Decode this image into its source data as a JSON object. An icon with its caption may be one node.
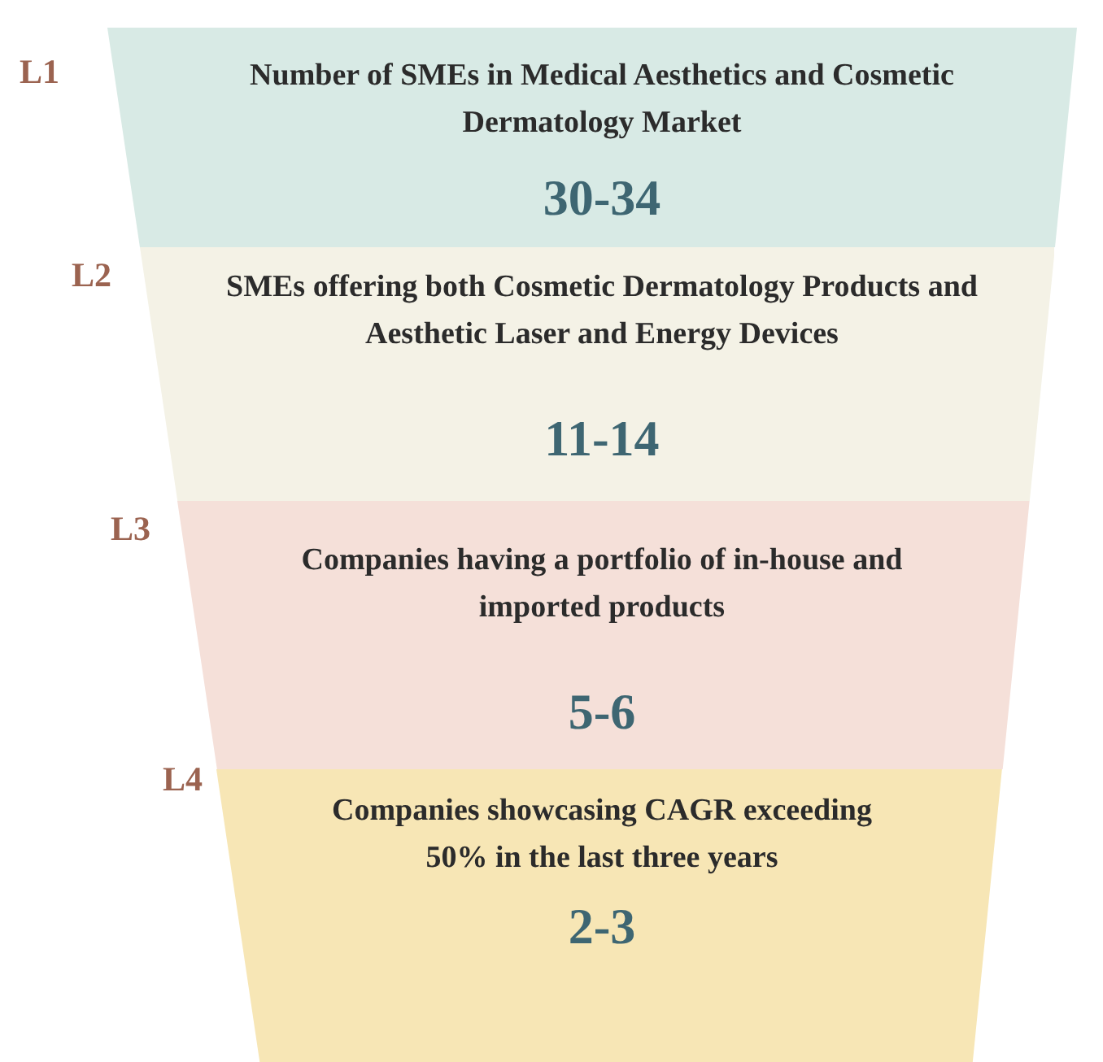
{
  "diagram": {
    "nodes": [
      {
        "text": [
          "Number of SMEs in Medical Aesthetics and Cosmetic Dermatology Market",
          "30-34"
        ],
        "beside": [
          "L1"
        ]
      },
      {
        "text": [
          "SMEs offering both Cosmetic Dermatology Products and Aesthetic Laser and Energy Devices",
          "11-14"
        ],
        "beside": [
          "L2"
        ]
      },
      {
        "text": [
          "Companies having a portfolio of in-house and imported products",
          "5-6"
        ],
        "beside": [
          "L3"
        ]
      },
      {
        "text": [
          "Companies showcasing CAGR exceeding 50% in the last three years",
          "2-3"
        ],
        "beside": [
          "L4"
        ]
      }
    ]
  }
}
